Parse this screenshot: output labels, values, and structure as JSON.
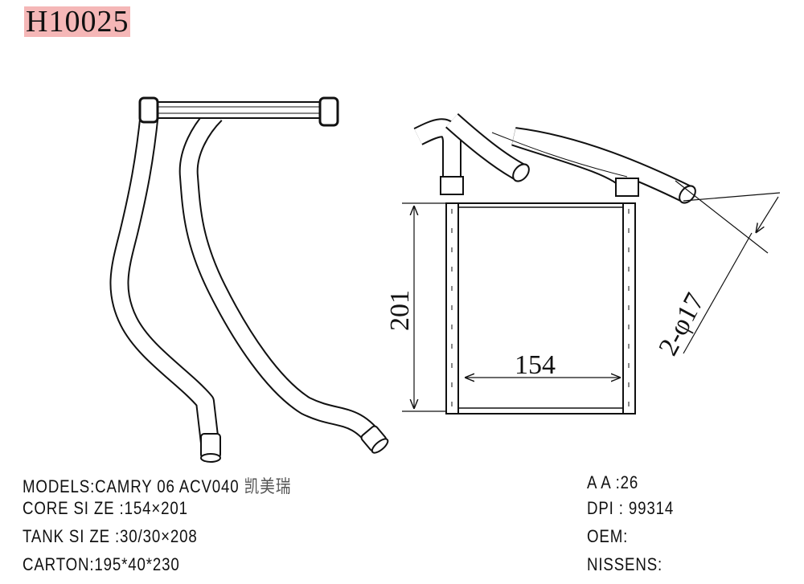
{
  "title": "H10025",
  "drawing": {
    "dim_height": "201",
    "dim_width": "154",
    "dim_pipe": "2-φ17"
  },
  "specs_left": {
    "models_label": "MODELS:",
    "models_value": "CAMRY 06 ACV040",
    "models_cn": "凯美瑞",
    "core": "CORE SI ZE :154×201",
    "tank": "TANK SI ZE :30/30×208",
    "carton": "CARTON:195*40*230"
  },
  "specs_right": {
    "aa": "A A :26",
    "dpi": "DPI : 99314",
    "oem": "OEM:",
    "nissens": "NISSENS:"
  }
}
